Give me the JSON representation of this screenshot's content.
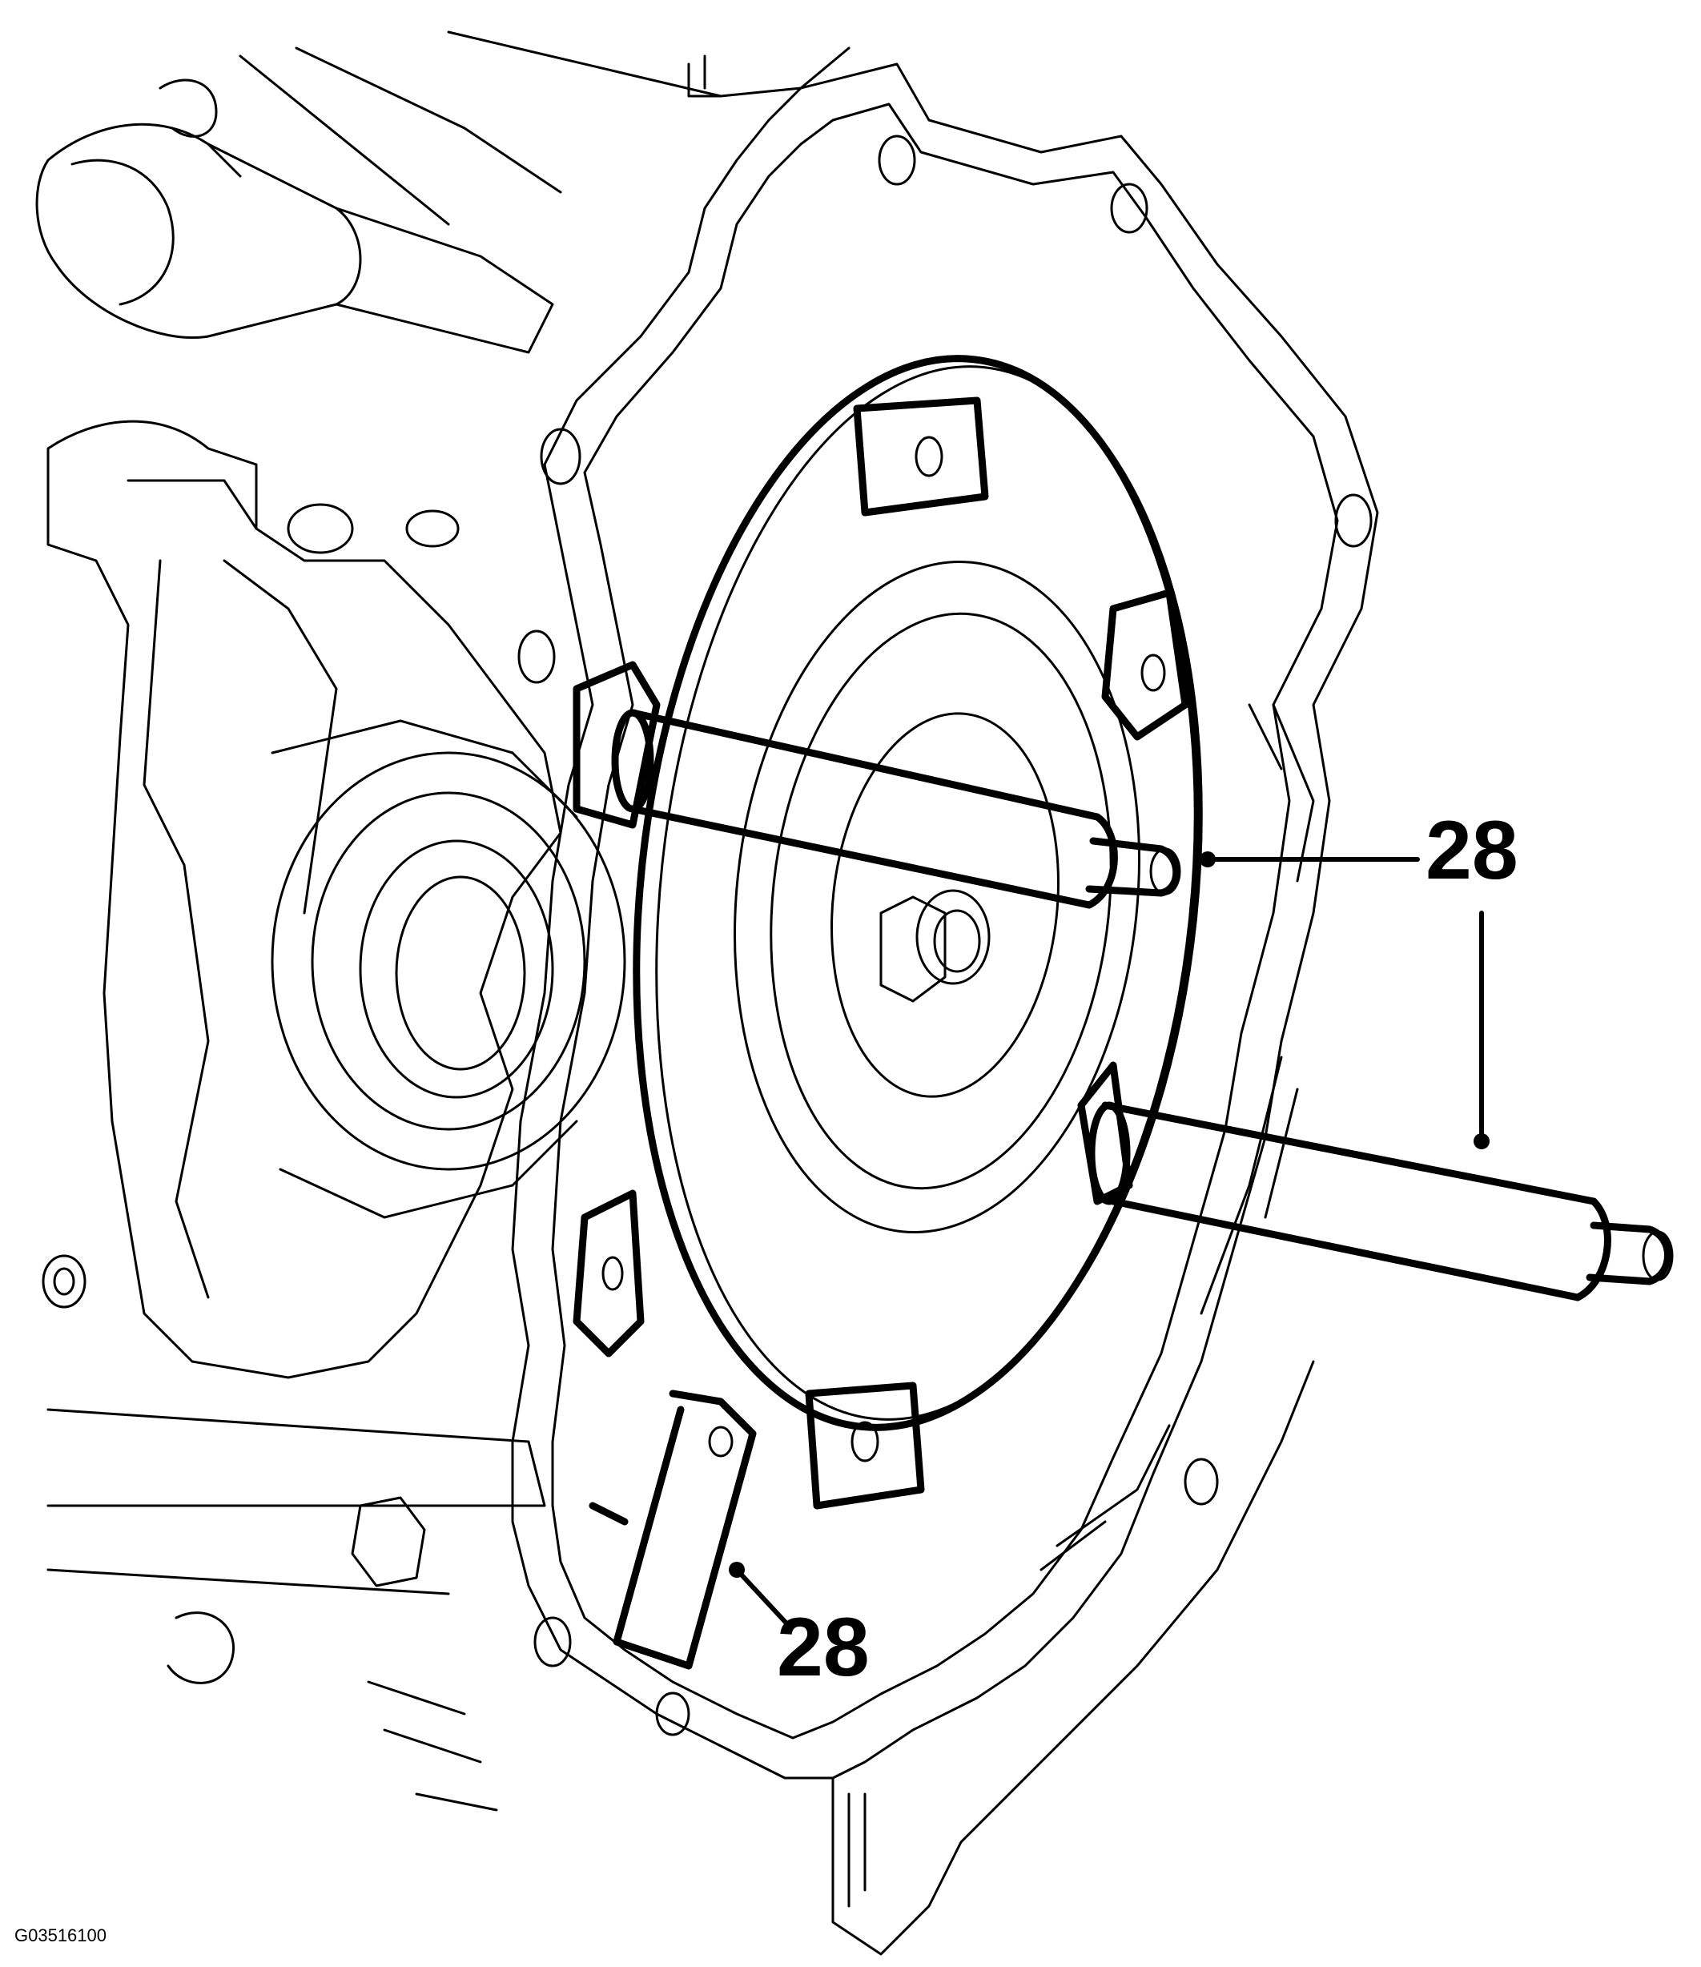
{
  "figure": {
    "figure_id": "G03516100",
    "callouts": [
      {
        "id": "upper",
        "text": "28"
      },
      {
        "id": "lower",
        "text": "28"
      }
    ]
  }
}
